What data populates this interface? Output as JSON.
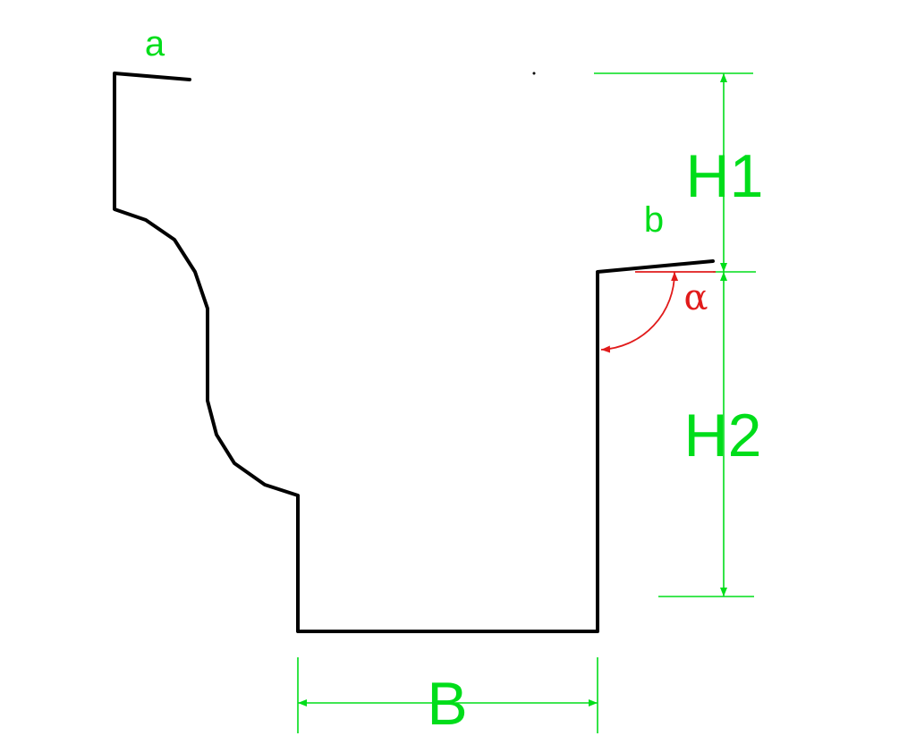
{
  "labels": {
    "a": "a",
    "b": "b",
    "h1": "H1",
    "h2": "H2",
    "b_width": "B",
    "alpha": "α"
  },
  "colors": {
    "profile": "#000000",
    "dimension": "#00dd1a",
    "angle": "#e11b1b",
    "background": "#ffffff"
  }
}
